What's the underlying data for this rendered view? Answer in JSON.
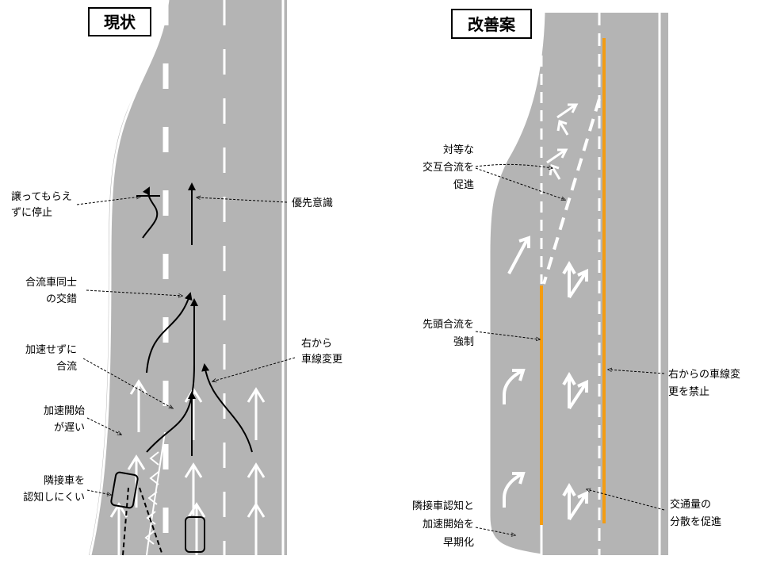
{
  "panels": [
    {
      "title": "現状",
      "labels": [
        [
          "譲ってもらえ",
          "ずに停止"
        ],
        [
          "優先意識"
        ],
        [
          "合流車同士",
          "の交錯"
        ],
        [
          "加速せずに",
          "合流"
        ],
        [
          "右から",
          "車線変更"
        ],
        [
          "加速開始",
          "が遅い"
        ],
        [
          "隣接車を",
          "認知しにくい"
        ]
      ]
    },
    {
      "title": "改善案",
      "labels": [
        [
          "対等な",
          "交互合流を",
          "促進"
        ],
        [
          "先頭合流を",
          "強制"
        ],
        [
          "右からの車線変",
          "更を禁止"
        ],
        [
          "交通量の",
          "分散を促進"
        ],
        [
          "隣接車認知と",
          "加速開始を",
          "早期化"
        ]
      ]
    }
  ],
  "colors": {
    "road": "#b4b4b4",
    "restriction_line": "#f39c12"
  }
}
